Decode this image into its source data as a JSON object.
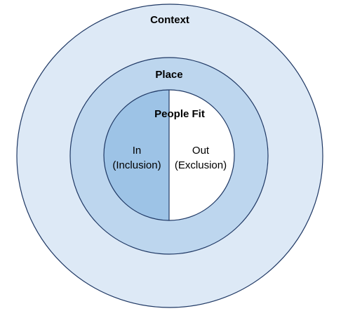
{
  "rings": {
    "outer": {
      "label": "Context",
      "fill": "#dde9f6",
      "stroke": "#1f3864"
    },
    "middle": {
      "label": "Place",
      "fill": "#bdd6ee",
      "stroke": "#1f3864"
    },
    "inner": {
      "label": "People Fit",
      "stroke": "#1f3864"
    }
  },
  "halves": {
    "left": {
      "line1": "In",
      "line2": "(Inclusion)",
      "fill": "#9dc3e6"
    },
    "right": {
      "line1": "Out",
      "line2": "(Exclusion)",
      "fill": "#ffffff"
    }
  }
}
